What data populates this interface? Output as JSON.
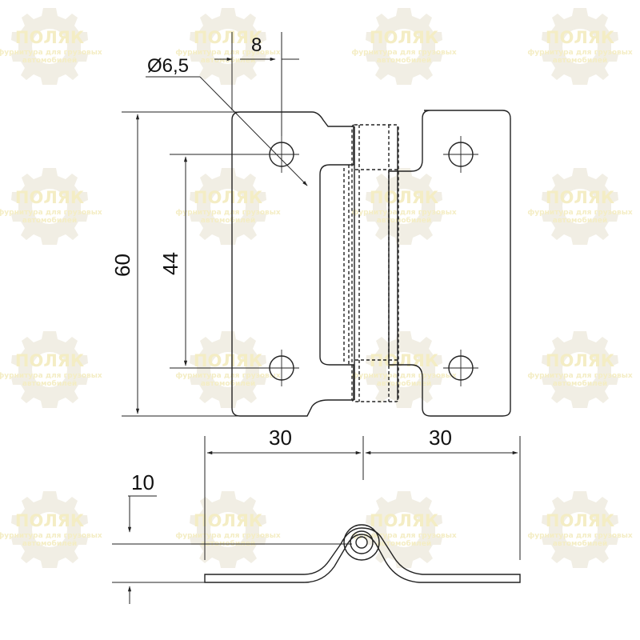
{
  "watermark": {
    "brand": "ПОЛЯК",
    "tagline_line1": "фурнитура для грузовых",
    "tagline_line2": "автомобилей",
    "gear_color": "#f2efe3",
    "text_color": "#f4edc4",
    "icon": "gear-icon"
  },
  "drawing": {
    "line_color": "#222222",
    "dimensions": {
      "top_offset": "8",
      "hole_diameter": "Ø6,5",
      "total_height": "60",
      "hole_spacing": "44",
      "left_width": "30",
      "right_width": "30",
      "thickness": "10"
    }
  }
}
